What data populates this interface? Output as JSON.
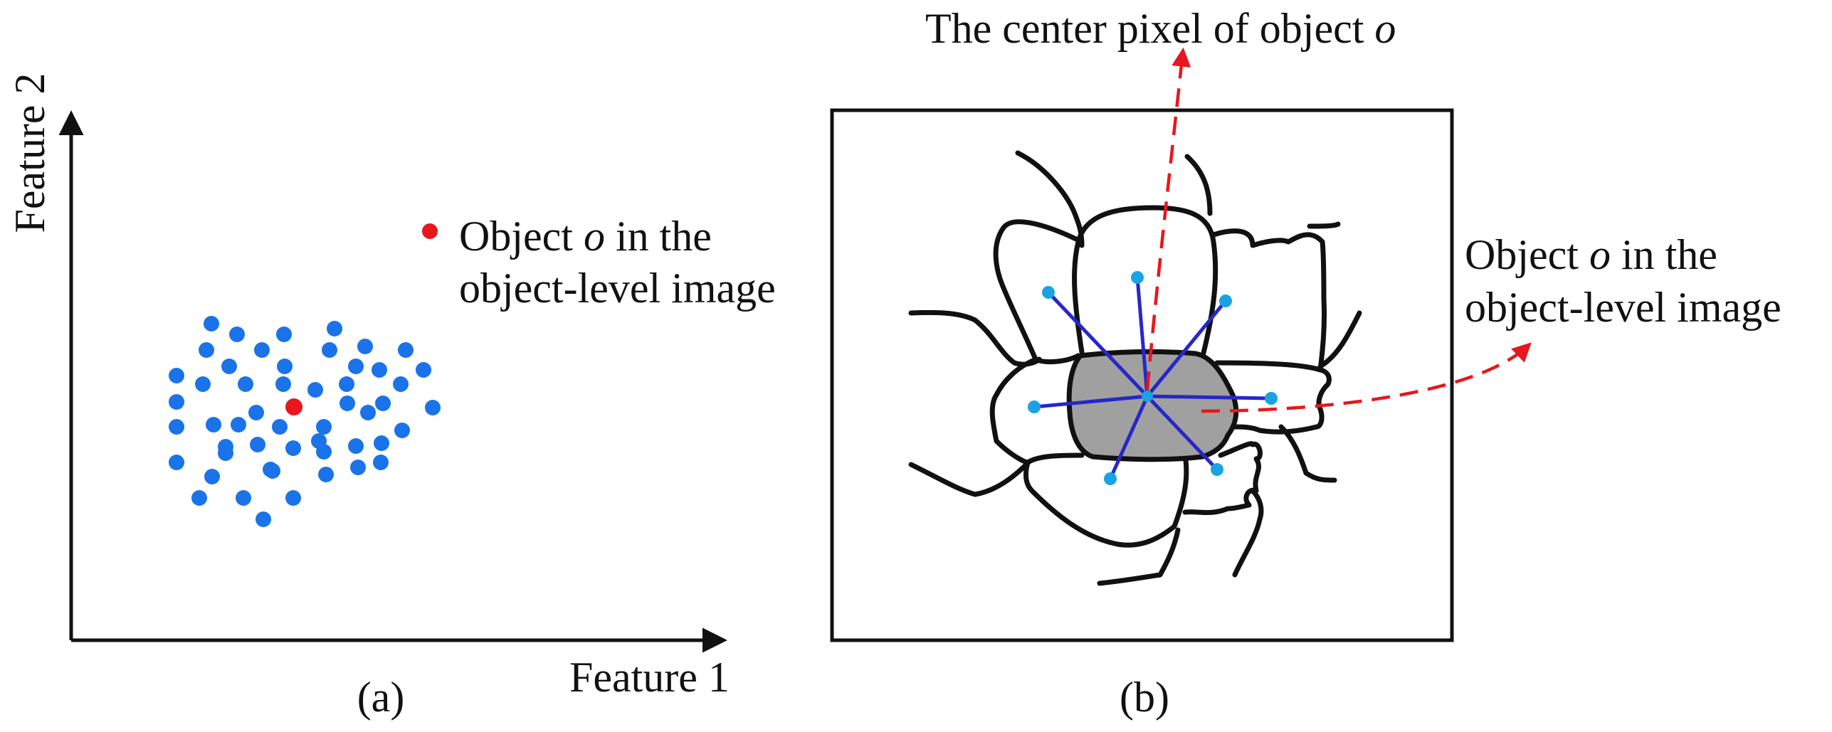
{
  "panel_a": {
    "caption": "(a)",
    "x_axis_label": "Feature 1",
    "y_axis_label": "Feature 2",
    "legend": {
      "label_line1_pre": "Object ",
      "label_line1_var": "o",
      "label_line1_post": " in the",
      "label_line2": "object-level image",
      "marker_color": "#e8161d"
    },
    "point_color": "#1a73e8"
  },
  "panel_b": {
    "caption": "(b)",
    "top_label_pre": "The center pixel of object ",
    "top_label_var": "o",
    "right_label_line1_pre": "Object ",
    "right_label_line1_var": "o",
    "right_label_line1_post": " in the",
    "right_label_line2": "object-level image",
    "object_fill": "#a0a0a0",
    "spoke_color": "#2727c9",
    "neighbor_dot_color": "#1aa3e0",
    "arrow_color": "#e8161d"
  }
}
